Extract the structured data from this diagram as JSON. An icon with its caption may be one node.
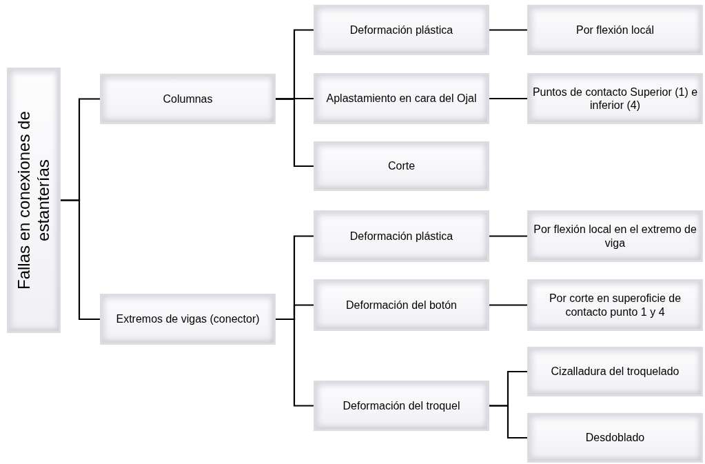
{
  "diagram": {
    "nodes": [
      {
        "text": [
          "Fallas en conexiones de estanterías"
        ]
      },
      {
        "text": [
          "Columnas"
        ]
      },
      {
        "text": [
          "Extremos de vigas (conector)"
        ]
      },
      {
        "text": [
          "Deformación plástica"
        ]
      },
      {
        "text": [
          "Por flexión locál"
        ]
      },
      {
        "text": [
          "Aplastamiento en cara del Ojal"
        ]
      },
      {
        "text": [
          "Puntos de contacto Superior (1) e inferior (4)"
        ]
      },
      {
        "text": [
          "Corte"
        ]
      },
      {
        "text": [
          "Deformación plástica"
        ]
      },
      {
        "text": [
          "Por flexión local en el extremo de viga"
        ]
      },
      {
        "text": [
          "Deformación del botón"
        ]
      },
      {
        "text": [
          "Por corte en superoficie de contacto  punto 1 y 4"
        ]
      },
      {
        "text": [
          "Deformación del troquel"
        ]
      },
      {
        "text": [
          "Cizalladura del troquelado"
        ]
      },
      {
        "text": [
          "Desdoblado"
        ]
      }
    ],
    "edges": [
      {
        "from": 0,
        "to": 1,
        "arrow": "none"
      },
      {
        "from": 0,
        "to": 2,
        "arrow": "none"
      },
      {
        "from": 1,
        "to": 3,
        "arrow": "none"
      },
      {
        "from": 1,
        "to": 5,
        "arrow": "none"
      },
      {
        "from": 1,
        "to": 7,
        "arrow": "none"
      },
      {
        "from": 3,
        "to": 4,
        "arrow": "none"
      },
      {
        "from": 5,
        "to": 6,
        "arrow": "none"
      },
      {
        "from": 2,
        "to": 8,
        "arrow": "none"
      },
      {
        "from": 2,
        "to": 10,
        "arrow": "none"
      },
      {
        "from": 2,
        "to": 12,
        "arrow": "none"
      },
      {
        "from": 8,
        "to": 9,
        "arrow": "none"
      },
      {
        "from": 10,
        "to": 11,
        "arrow": "none"
      },
      {
        "from": 12,
        "to": 13,
        "arrow": "none"
      },
      {
        "from": 12,
        "to": 14,
        "arrow": "none"
      }
    ]
  }
}
